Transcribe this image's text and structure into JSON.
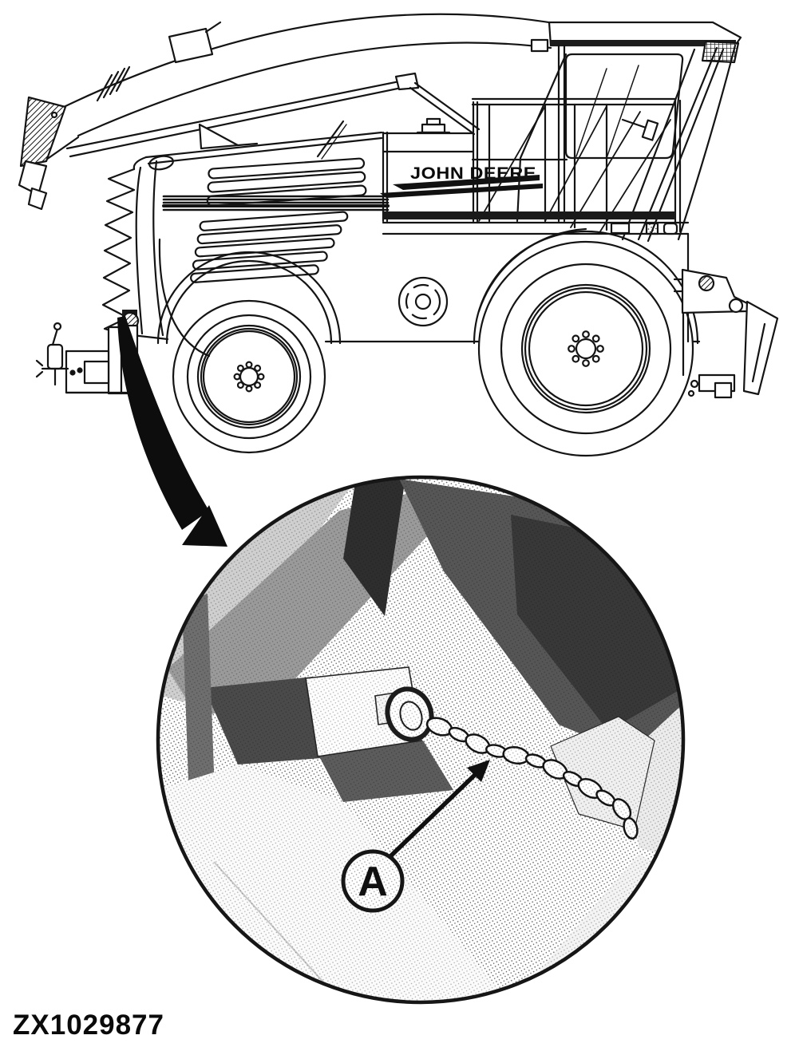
{
  "figure": {
    "brand": "JOHN DEERE",
    "callout": "A",
    "code": "ZX1029877"
  }
}
